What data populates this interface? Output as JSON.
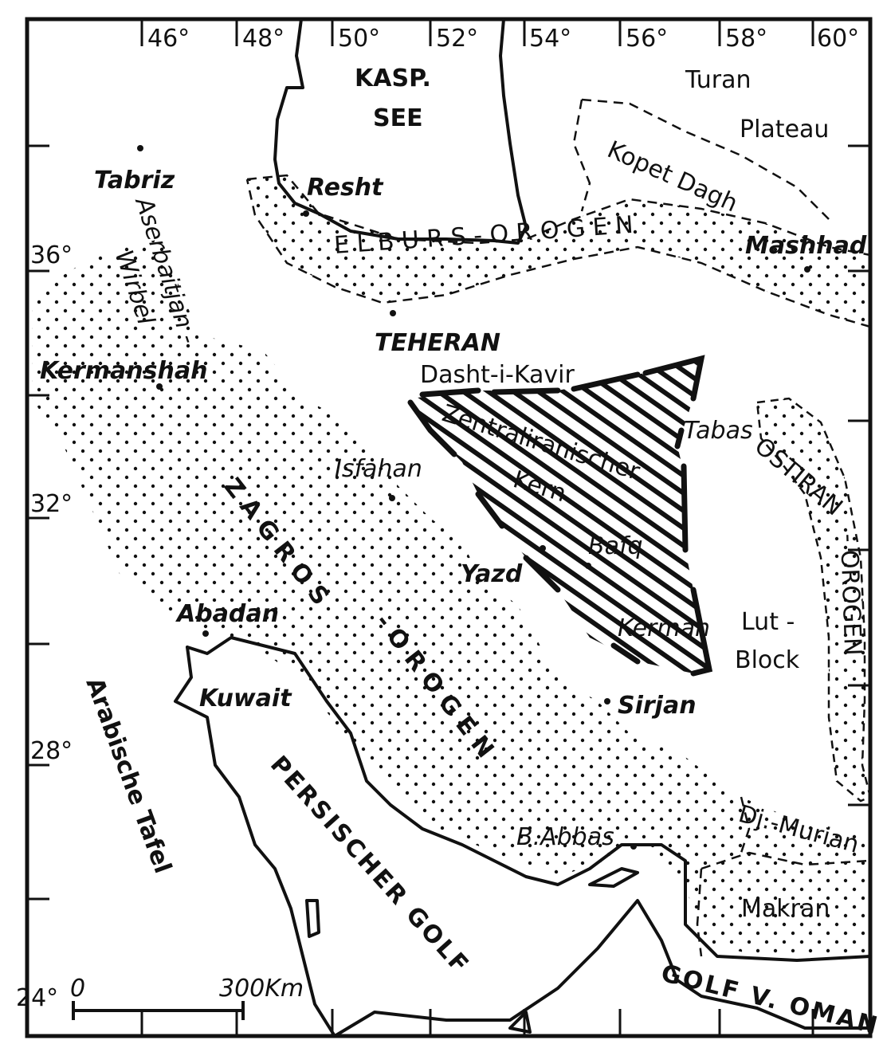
{
  "longitudes": [
    "46°",
    "48°",
    "50°",
    "52°",
    "54°",
    "56°",
    "58°",
    "60°"
  ],
  "latitudes": [
    "36°",
    "32°",
    "28°",
    "24°"
  ],
  "water": {
    "caspian_1": "KASP.",
    "caspian_2": "SEE",
    "persian_gulf": "PERSISCHER GOLF",
    "gulf_oman": "GOLF V. OMAN"
  },
  "regions": {
    "turan_1": "Turan",
    "turan_2": "Plateau",
    "kopet_dagh": "Kopet Dagh",
    "elburs": "E L B U R S - O R O G E N",
    "aserbaitjan": "Aserbaitjan -",
    "wirbel": "Wirbel",
    "dasht": "Dasht-i-Kavir",
    "zentral_1": "Zentraliranischer",
    "zentral_2": "Kern",
    "zagros_1": "Z A G R O S",
    "zagros_2": "- O R O G E N",
    "ostiran_1": "OSTIRAN",
    "ostiran_2": "- OROGEN",
    "lut_1": "Lut -",
    "lut_2": "Block",
    "djmurian": "Dj.-Murian",
    "makran": "Makran",
    "arabische": "Arabische Tafel"
  },
  "cities": {
    "tabriz": "Tabriz",
    "resht": "Resht",
    "mashhad": "Mashhad",
    "teheran": "TEHERAN",
    "kermanshah": "Kermanshah",
    "tabas": "Tabas",
    "isfahan": "Isfahan",
    "bafq": "Bafq",
    "yazd": "Yazd",
    "abadan": "Abadan",
    "kerman": "Kerman",
    "kuwait": "Kuwait",
    "sirjan": "Sirjan",
    "babbas": "B.Abbas"
  },
  "scale": {
    "zero": "0",
    "max": "300Km"
  }
}
